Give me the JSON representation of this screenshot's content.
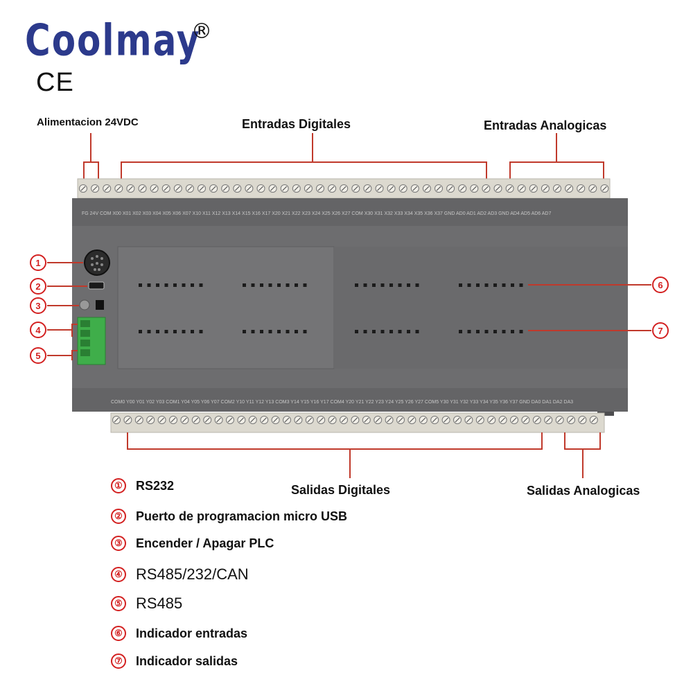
{
  "brand": {
    "name": "Coolmay",
    "registered_mark": "®",
    "certification": "CE"
  },
  "labels": {
    "power": "Alimentacion 24VDC",
    "digital_inputs": "Entradas Digitales",
    "analog_inputs": "Entradas Analogicas",
    "digital_outputs": "Salidas Digitales",
    "analog_outputs": "Salidas Analogicas"
  },
  "top_terminals": "FG 24V COM X00 X01 X02 X03 X04 X05 X06 X07 X10 X11 X12 X13 X14 X15 X16 X17 X20 X21 X22 X23 X24 X25 X26 X27 COM X30 X31 X32 X33 X34 X35 X36 X37 GND AD0 AD1 AD2 AD3 GND AD4 AD5 AD6 AD7",
  "bottom_terminals": "COM0 Y00 Y01 Y02 Y03 COM1 Y04 Y05 Y06 Y07 COM2 Y10 Y11 Y12 Y13 COM3 Y14 Y15 Y16 Y17 COM4 Y20 Y21 Y22 Y23 Y24 Y25 Y26 Y27 COM5 Y30 Y31 Y32 Y33 Y34 Y35 Y36 Y37 GND DA0 DA1 DA2 DA3",
  "callouts": [
    "①",
    "②",
    "③",
    "④",
    "⑤",
    "⑥",
    "⑦"
  ],
  "legend": [
    {
      "num": "①",
      "text": "RS232"
    },
    {
      "num": "②",
      "text": "Puerto de programacion micro USB"
    },
    {
      "num": "③",
      "text": "Encender / Apagar PLC"
    },
    {
      "num": "④",
      "text": "RS485/232/CAN"
    },
    {
      "num": "⑤",
      "text": "RS485"
    },
    {
      "num": "⑥",
      "text": "Indicador entradas"
    },
    {
      "num": "⑦",
      "text": "Indicador salidas"
    }
  ],
  "colors": {
    "brand": "#2c3a8c",
    "callout": "#d32020",
    "leader": "#c0392b",
    "body": "#6d6d6f",
    "terminal": "#dcd9cf",
    "connector": "#3fae4a"
  }
}
